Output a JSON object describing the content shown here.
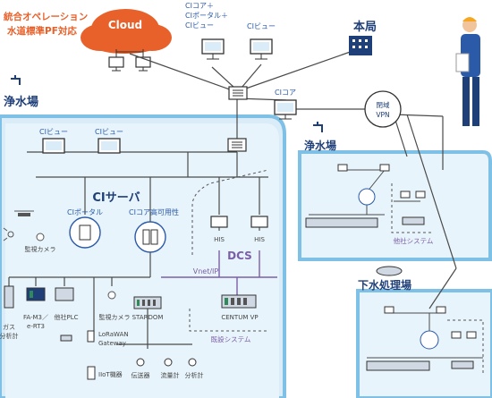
{
  "colors": {
    "orange": "#e8602a",
    "navy": "#1f3f78",
    "blue_text": "#2a5aa8",
    "zone": "#d9ecf7",
    "zone_line": "#7fc1e6",
    "line": "#4a4a4a",
    "purple": "#7b5ea7",
    "green": "#2e8b57",
    "label_gray": "#444444"
  },
  "header": {
    "integrated_ops": "統合オペレーション",
    "water_std": "水道標準PF対応",
    "cloud": "Cloud"
  },
  "top": {
    "ci_combo_1": "CIコア＋",
    "ci_combo_2": "CIポータル＋",
    "ci_combo_3": "CIビュー",
    "ci_view": "CIビュー",
    "head_office": "本局",
    "ci_core": "CIコア",
    "closed_vpn_1": "閉域",
    "closed_vpn_2": "VPN"
  },
  "zones": {
    "purification_left": "浄水場",
    "purification_right": "浄水場",
    "sewage": "下水処理場",
    "other_company_system": "他社システム"
  },
  "plant": {
    "ci_view_1": "CIビュー",
    "ci_view_2": "CIビュー",
    "ci_server": "CIサーバ",
    "ci_portal": "CIポータル",
    "ci_core_ha": "CIコア高可用性",
    "his_1": "HIS",
    "his_2": "HIS",
    "dcs": "DCS",
    "vnet_ip": "Vnet/IP",
    "centum": "CENTUM VP",
    "existing_system": "既設システム",
    "surveillance_cam_top": "監視カメラ",
    "gas_analyzer_1": "ガス",
    "gas_analyzer_2": "分析計",
    "fa_m3_1": "FA-M3／",
    "fa_m3_2": "e-RT3",
    "other_plc": "他社PLC",
    "surveillance_cam": "監視カメラ",
    "stardom": "STARDOM",
    "lorawan_1": "LoRaWAN",
    "lorawan_2": "Gateway",
    "iiot": "IIoT機器",
    "transmitter": "伝送器",
    "flowmeter": "流量計",
    "analyzer": "分析計"
  }
}
